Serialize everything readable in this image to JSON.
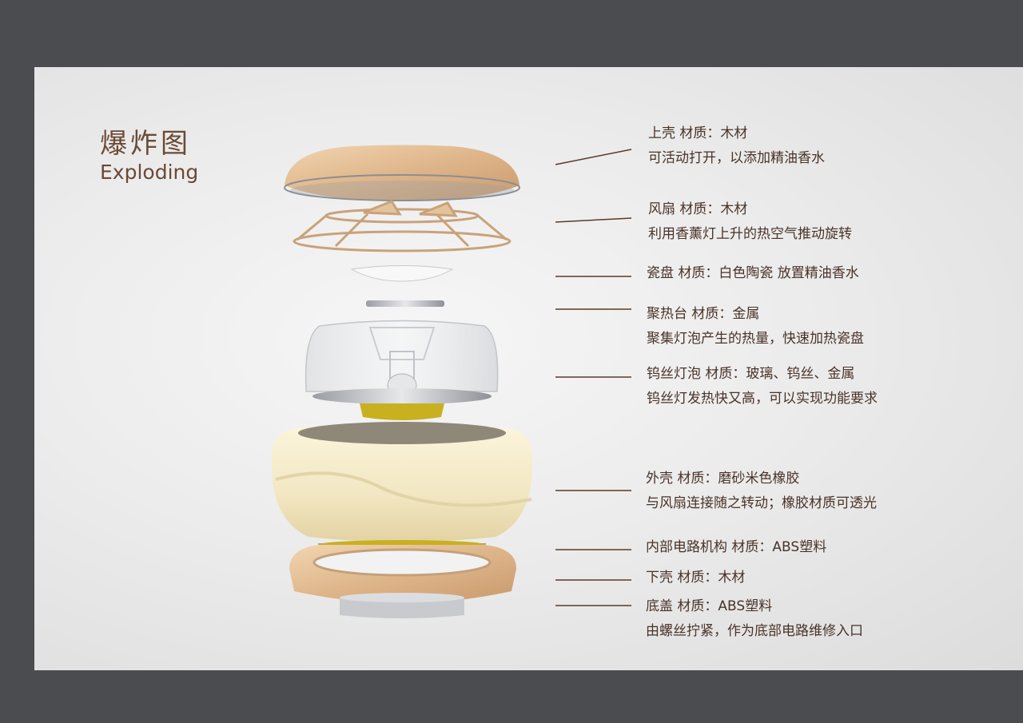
{
  "title": {
    "zh": "爆炸图",
    "en": "Exploding"
  },
  "parts": [
    {
      "name": "上壳  材质：木材",
      "desc": "可活动打开，以添加精油香水"
    },
    {
      "name": "风扇  材质：木材",
      "desc": "利用香薰灯上升的热空气推动旋转"
    },
    {
      "name": "瓷盘  材质：白色陶瓷  放置精油香水",
      "desc": ""
    },
    {
      "name": "聚热台  材质：金属",
      "desc": "聚集灯泡产生的热量，快速加热瓷盘"
    },
    {
      "name": "钨丝灯泡  材质：玻璃、钨丝、金属",
      "desc": "钨丝灯发热快又高，可以实现功能要求"
    },
    {
      "name": "外壳  材质：磨砂米色橡胶",
      "desc": "与风扇连接随之转动；橡胶材质可透光"
    },
    {
      "name": "内部电路机构  材质：ABS塑料",
      "desc": ""
    },
    {
      "name": "下壳  材质：木材",
      "desc": ""
    },
    {
      "name": "底盖  材质：ABS塑料",
      "desc": "由螺丝拧紧，作为底部电路维修入口"
    }
  ],
  "colors": {
    "frame": "#4b4c50",
    "panel": "#ececec",
    "text": "#4a3328",
    "leader": "#5a3a2a",
    "wood": "#d9b48a",
    "shell": "#f4ebc9"
  }
}
